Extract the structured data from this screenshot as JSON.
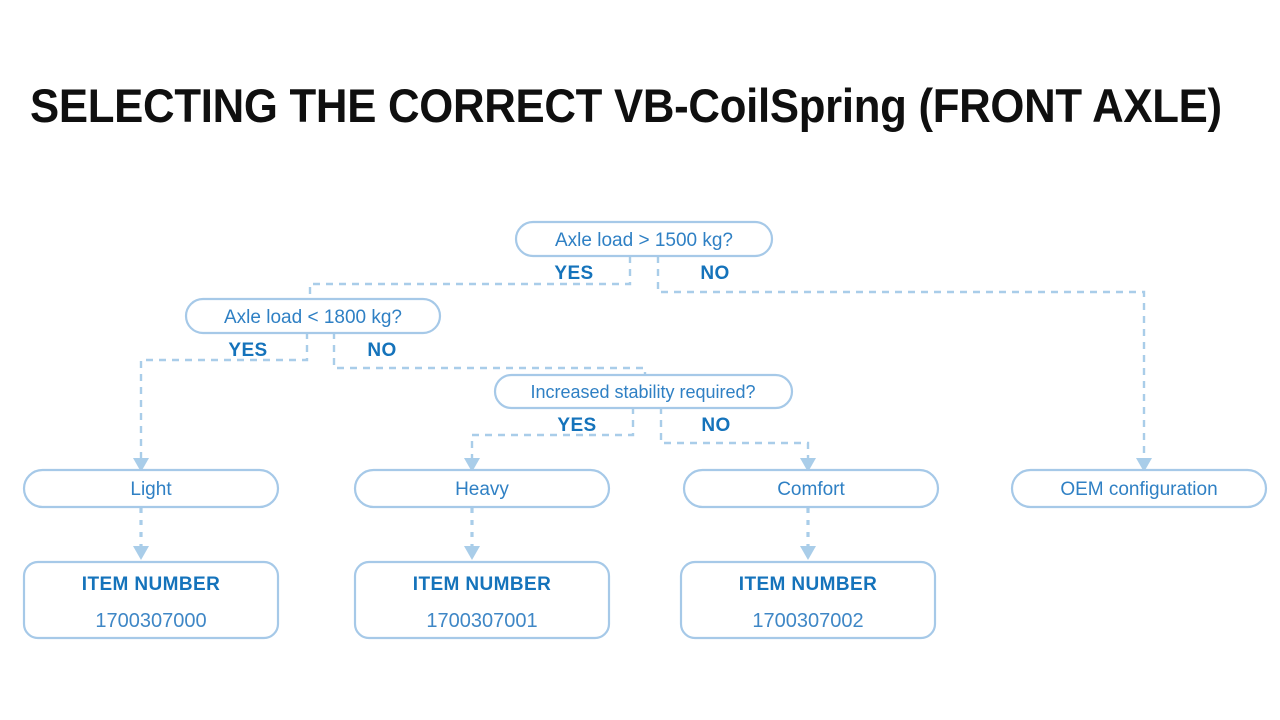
{
  "page": {
    "title": "SELECTING THE CORRECT VB-CoilSpring (FRONT AXLE)",
    "background_color": "#ffffff"
  },
  "colors": {
    "title_text": "#0f0f0f",
    "node_border": "#a6c9e8",
    "node_text": "#2f80c4",
    "branch_label": "#1573bb",
    "connector": "#a9cde9",
    "item_value": "#3f87c6"
  },
  "chart_data": {
    "type": "diagram",
    "diagram_kind": "decision-flowchart",
    "title": "SELECTING THE CORRECT VB-CoilSpring (FRONT AXLE)",
    "decisions": [
      {
        "id": "d1",
        "question": "Axle load > 1500 kg?",
        "yes_label": "YES",
        "no_label": "NO",
        "yes_target": "d2",
        "no_target": "r4"
      },
      {
        "id": "d2",
        "question": "Axle load < 1800 kg?",
        "yes_label": "YES",
        "no_label": "NO",
        "yes_target": "r1",
        "no_target": "d3"
      },
      {
        "id": "d3",
        "question": "Increased stability required?",
        "yes_label": "YES",
        "no_label": "NO",
        "yes_target": "r2",
        "no_target": "r3"
      }
    ],
    "results": [
      {
        "id": "r1",
        "label": "Light",
        "item_heading": "ITEM NUMBER",
        "item_number": "1700307000"
      },
      {
        "id": "r2",
        "label": "Heavy",
        "item_heading": "ITEM NUMBER",
        "item_number": "1700307001"
      },
      {
        "id": "r3",
        "label": "Comfort",
        "item_heading": "ITEM NUMBER",
        "item_number": "1700307002"
      },
      {
        "id": "r4",
        "label": "OEM configuration",
        "item_heading": null,
        "item_number": null
      }
    ]
  },
  "decision1": {
    "question": "Axle load > 1500 kg?",
    "yes": "YES",
    "no": "NO"
  },
  "decision2": {
    "question": "Axle load < 1800 kg?",
    "yes": "YES",
    "no": "NO"
  },
  "decision3": {
    "question": "Increased stability required?",
    "yes": "YES",
    "no": "NO"
  },
  "result_light": {
    "label": "Light",
    "item_heading": "ITEM NUMBER",
    "item_number": "1700307000"
  },
  "result_heavy": {
    "label": "Heavy",
    "item_heading": "ITEM NUMBER",
    "item_number": "1700307001"
  },
  "result_comfort": {
    "label": "Comfort",
    "item_heading": "ITEM NUMBER",
    "item_number": "1700307002"
  },
  "result_oem": {
    "label": "OEM configuration"
  }
}
